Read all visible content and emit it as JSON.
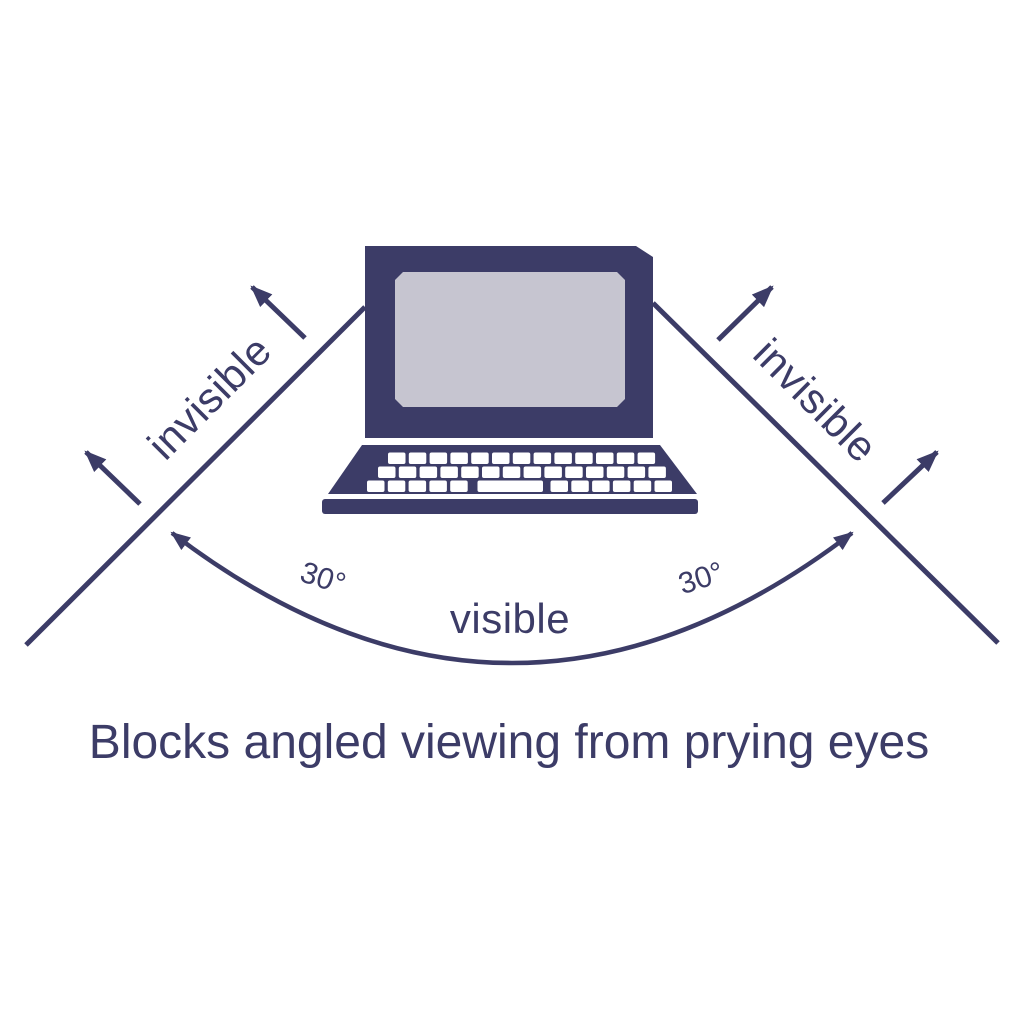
{
  "diagram": {
    "caption": "Blocks angled viewing from prying eyes",
    "left_zone": {
      "label": "invisible",
      "angle": "30°"
    },
    "right_zone": {
      "label": "invisible",
      "angle": "30°"
    },
    "center_zone": {
      "label": "visible"
    }
  },
  "icons": {
    "laptop": "laptop-icon",
    "arrowhead": "arrowhead-icon"
  },
  "colors": {
    "ink": "#3c3c67",
    "screen_fill": "#c6c5d0",
    "key_fill": "#ffffff",
    "background": "#ffffff"
  }
}
